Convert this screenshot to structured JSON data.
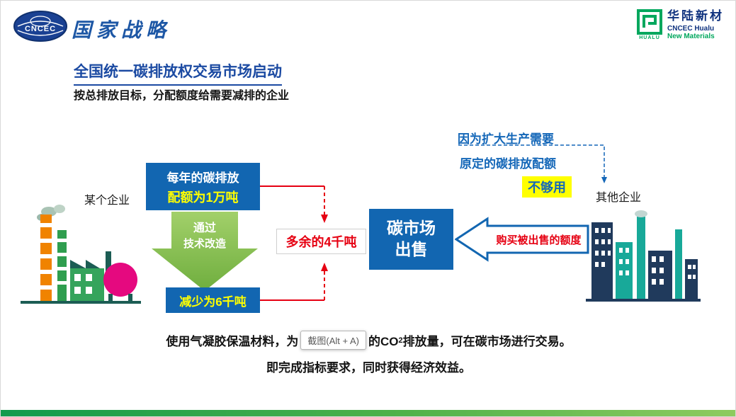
{
  "header": {
    "cncec_logo_text": "CNCEC",
    "strategy_title": "国家战略",
    "hualu_logo": {
      "icon_label": "HUALU",
      "cn_name": "华陆新材",
      "en_line1": "CNCEC Hualu",
      "en_line2": "New Materials"
    }
  },
  "title": "全国统一碳排放权交易市场启动",
  "subtitle": "按总排放目标，分配额度给需要减排的企业",
  "diagram": {
    "left_factory_label": "某个企业",
    "right_factory_label": "其他企业",
    "annual_quota": {
      "line1": "每年的碳排放",
      "line2": "配额为1万吨"
    },
    "process_arrow": {
      "line1": "通过",
      "line2": "技术改造"
    },
    "reduced_box": "减少为6千吨",
    "surplus_label": "多余的4千吨",
    "market": {
      "line1": "碳市场",
      "line2": "出售"
    },
    "buy_label": "购买被出售的额度",
    "reason_line1": "因为扩大生产需要",
    "reason_line2": "原定的碳排放配额",
    "not_enough": "不够用"
  },
  "footer": {
    "line1_part1": "使用气凝胶保温材料，为",
    "line1_part2": "的CO",
    "line1_subscript": "2",
    "line1_part3": "排放量，可在碳市场进行交易。",
    "line2": "即完成指标要求，同时获得经济效益。"
  },
  "overlay": {
    "screenshot_tooltip": "截图(Alt + A)"
  },
  "colors": {
    "primary_blue": "#1266b1",
    "note_blue": "#1467b8",
    "accent_yellow": "#ffff00",
    "alert_red": "#e60012",
    "arrow_green": "#8cc152",
    "footer_bar_green": "#119a4d"
  }
}
